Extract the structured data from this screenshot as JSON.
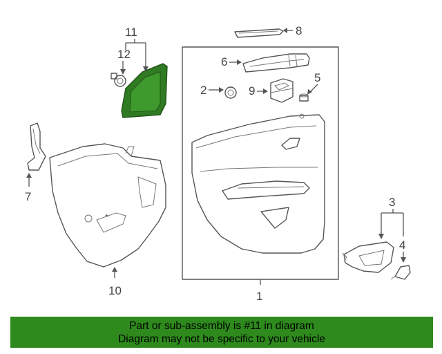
{
  "callouts": {
    "c1": "1",
    "c2": "2",
    "c3": "3",
    "c4": "4",
    "c5": "5",
    "c6": "6",
    "c7": "7",
    "c8": "8",
    "c9": "9",
    "c10": "10",
    "c11": "11",
    "c12": "12"
  },
  "banner": {
    "line1": "Part or sub-assembly is #11 in diagram",
    "line2": "Diagram may not be specific to your vehicle"
  },
  "colors": {
    "highlight_part": "#2f7a22",
    "banner_bg": "#2e8a1c",
    "line": "#555555"
  }
}
